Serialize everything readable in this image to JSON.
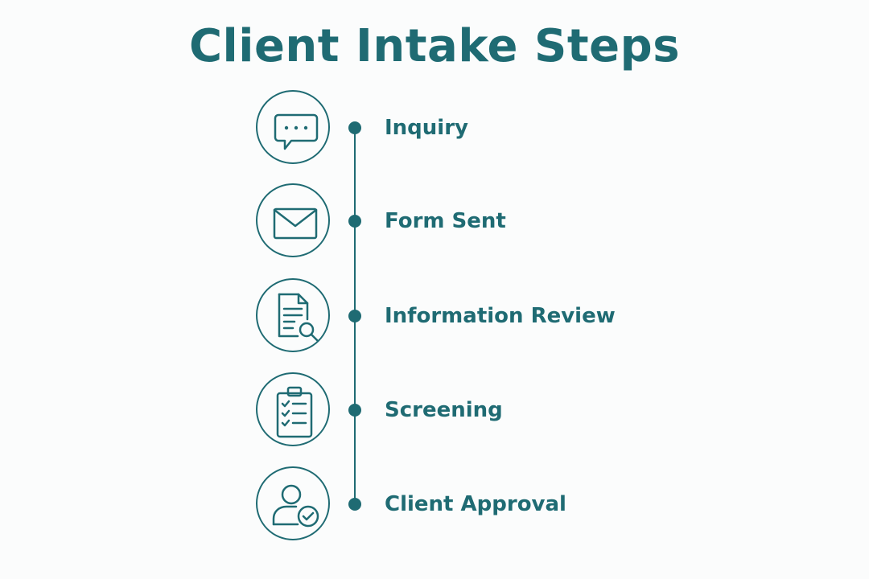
{
  "title": "Client Intake Steps",
  "colors": {
    "accent": "#1f6b73",
    "background": "#fbfcfc"
  },
  "steps": [
    {
      "label": "Inquiry",
      "icon": "chat-bubble-icon"
    },
    {
      "label": "Form Sent",
      "icon": "envelope-icon"
    },
    {
      "label": "Information Review",
      "icon": "document-search-icon"
    },
    {
      "label": "Screening",
      "icon": "clipboard-checklist-icon"
    },
    {
      "label": "Client Approval",
      "icon": "user-check-icon"
    }
  ]
}
